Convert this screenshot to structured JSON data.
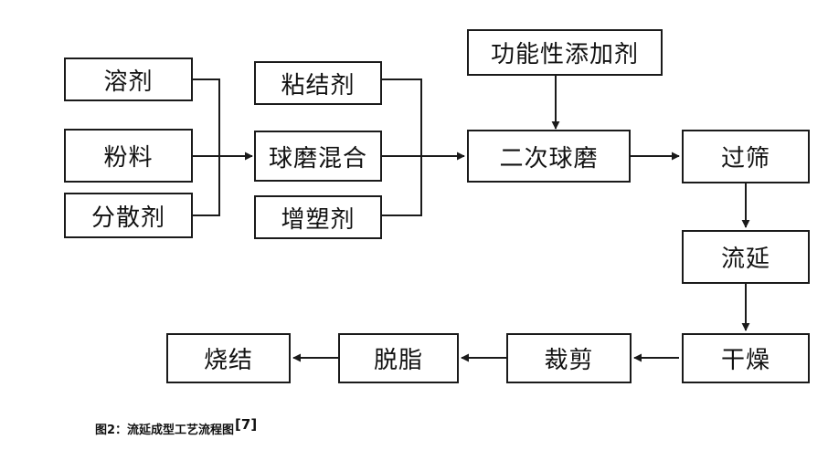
{
  "nodes": {
    "solvent": "溶剂",
    "powder": "粉料",
    "dispersant": "分散剂",
    "binder": "粘结剂",
    "ball_mill_mix": "球磨混合",
    "plasticizer": "增塑剂",
    "functional_additive": "功能性添加剂",
    "second_ball_mill": "二次球磨",
    "sieving": "过筛",
    "tape_casting": "流延",
    "drying": "干燥",
    "cutting": "裁剪",
    "debinding": "脱脂",
    "sintering": "烧结"
  },
  "caption": {
    "text": "图2：流延成型工艺流程图",
    "ref": "[7]"
  },
  "colors": {
    "line": "#1a1a1a",
    "text": "#111111"
  }
}
